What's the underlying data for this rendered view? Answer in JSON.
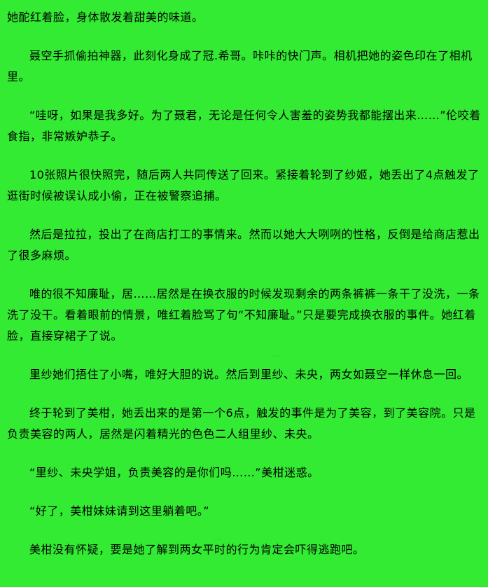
{
  "colors": {
    "background": "#33EB33",
    "text": "#000000"
  },
  "content": {
    "paragraphs": [
      {
        "text": "她酡红着脸，身体散发着甜美的味道。"
      },
      {
        "text": "聂空手抓偷拍神器，此刻化身成了冠.希哥。咔咔的快门声。相机把她的姿色印在了相机里。"
      },
      {
        "text": "“哇呀，如果是我多好。为了聂君，无论是任何令人害羞的姿势我都能摆出来……”伦咬着食指，非常嫉妒恭子。"
      },
      {
        "text": "10张照片很快照完，随后两人共同传送了回来。紧接着轮到了纱姬，她丢出了4点触发了逛街时候被误认成小偷，正在被警察追捕。"
      },
      {
        "text": "然后是拉拉，投出了在商店打工的事情来。然而以她大大咧咧的性格，反倒是给商店惹出了很多麻烦。"
      },
      {
        "text": "唯的很不知廉耻，居……居然是在换衣服的时候发现剩余的两条裤裤一条干了没洗，一条洗了没干。看着眼前的情景，唯红着脸骂了句“不知廉耻。”只是要完成换衣服的事件。她红着脸，直接穿裙子了说。"
      },
      {
        "text": "里纱她们捂住了小嘴，唯好大胆的说。然后到里纱、未央，两女如聂空一样休息一回。"
      },
      {
        "text": "终于轮到了美柑，她丢出来的是第一个6点，触发的事件是为了美容，到了美容院。只是负责美容的两人，居然是闪着精光的色色二人组里纱、未央。"
      },
      {
        "text": "“里纱、未央学姐，负责美容的是你们吗……”美柑迷惑。"
      },
      {
        "text": "“好了，美柑妹妹请到这里躺着吧。”"
      },
      {
        "text": "美柑没有怀疑，要是她了解到两女平时的行为肯定会吓得逃跑吧。"
      }
    ],
    "watermarks": [
      "…",
      "…"
    ]
  }
}
